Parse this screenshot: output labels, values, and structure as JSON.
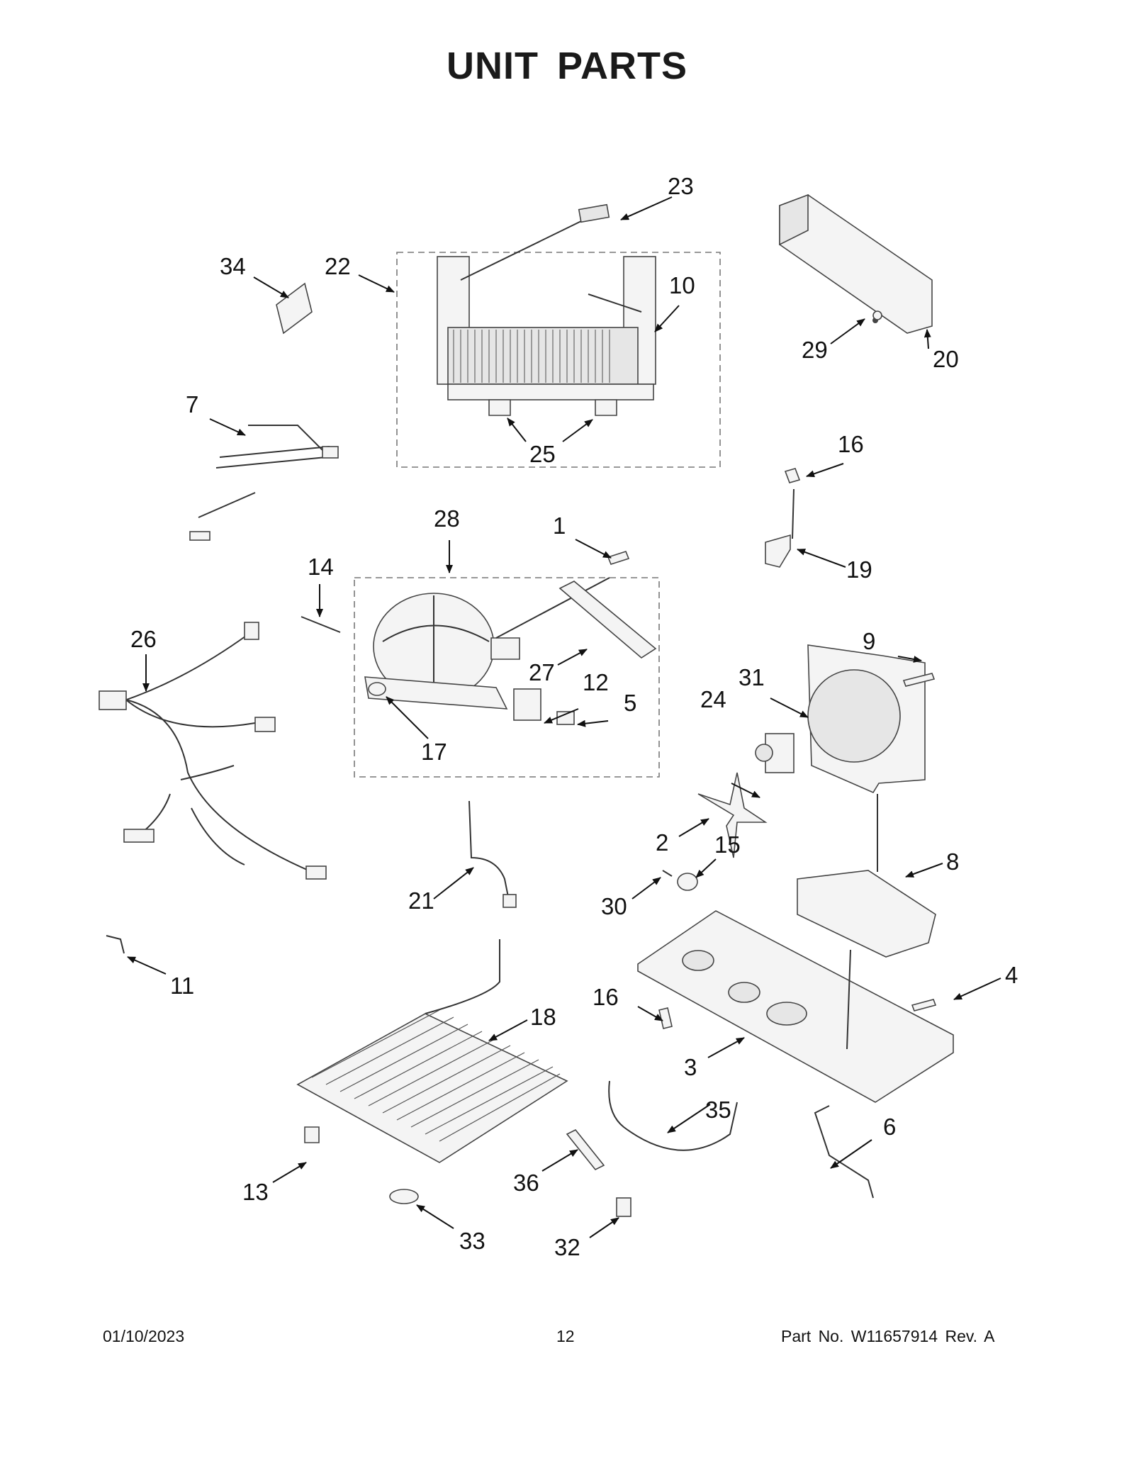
{
  "title": "UNIT  PARTS",
  "footer": {
    "date": "01/10/2023",
    "page": "12",
    "part_no": "Part No.  W11657914  Rev.  A"
  },
  "callouts": {
    "c1": "1",
    "c2": "2",
    "c3": "3",
    "c4": "4",
    "c5": "5",
    "c6": "6",
    "c7": "7",
    "c8": "8",
    "c9": "9",
    "c10": "10",
    "c11": "11",
    "c12": "12",
    "c13": "13",
    "c14": "14",
    "c15": "15",
    "c16a": "16",
    "c16b": "16",
    "c17": "17",
    "c18": "18",
    "c19": "19",
    "c20": "20",
    "c21": "21",
    "c22": "22",
    "c23": "23",
    "c24": "24",
    "c25": "25",
    "c26": "26",
    "c27": "27",
    "c28": "28",
    "c29": "29",
    "c30": "30",
    "c31": "31",
    "c32": "32",
    "c33": "33",
    "c34": "34",
    "c35": "35",
    "c36": "36"
  }
}
